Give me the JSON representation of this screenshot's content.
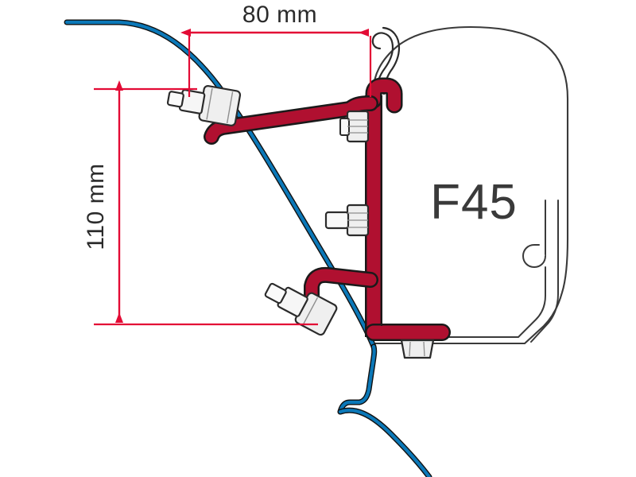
{
  "diagram": {
    "title": "Fiamma F45 awning bracket adapter mounting diagram",
    "background_color": "#ffffff",
    "product_label": "F45",
    "product_label_color": "#3a3a3a"
  },
  "dimensions": {
    "horizontal": {
      "label": "80 mm",
      "value": 80,
      "unit": "mm",
      "color": "#e30b35",
      "orientation": "horizontal"
    },
    "vertical": {
      "label": "110 mm",
      "value": 110,
      "unit": "mm",
      "color": "#e30b35",
      "orientation": "vertical"
    }
  },
  "parts": {
    "bracket": {
      "name": "adapter-bracket",
      "color": "#b01030",
      "outline_color": "#1a1a1a"
    },
    "roof_rail": {
      "name": "vehicle-roof-profile",
      "color": "#0b78b8",
      "outline_color": "#1a1a1a"
    },
    "awning_case": {
      "name": "awning-case",
      "outline_color": "#3a3a3a",
      "fill": "#ffffff"
    },
    "hardware_color": "#efefef",
    "hardware_outline": "#2b2b2b"
  },
  "fasteners": [
    {
      "name": "bolt-upper-left",
      "position": "upper-left"
    },
    {
      "name": "bolt-upper-right",
      "position": "upper-right"
    },
    {
      "name": "bolt-middle",
      "position": "middle"
    },
    {
      "name": "bolt-lower-left",
      "position": "lower-left"
    },
    {
      "name": "bolt-bottom",
      "position": "bottom"
    }
  ]
}
